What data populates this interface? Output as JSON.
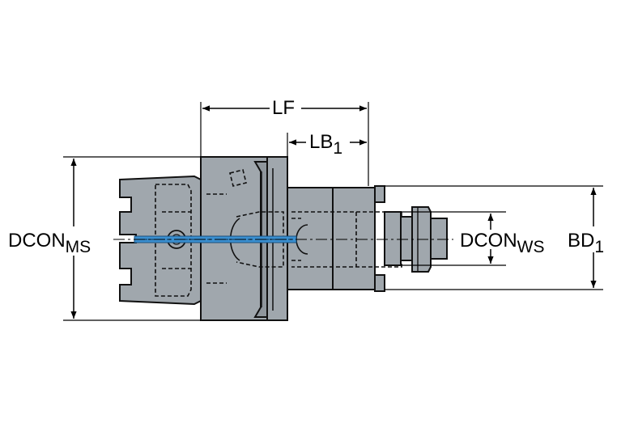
{
  "labels": {
    "lf": "LF",
    "lb1_main": "LB",
    "lb1_sub": "1",
    "dcon_ms_main": "DCON",
    "dcon_ms_sub": "MS",
    "dcon_ws_main": "DCON",
    "dcon_ws_sub": "WS",
    "bd1_main": "BD",
    "bd1_sub": "1"
  },
  "colors": {
    "body": "#a0a7ad",
    "coolant": "#3a8fd0",
    "line": "#000000"
  }
}
